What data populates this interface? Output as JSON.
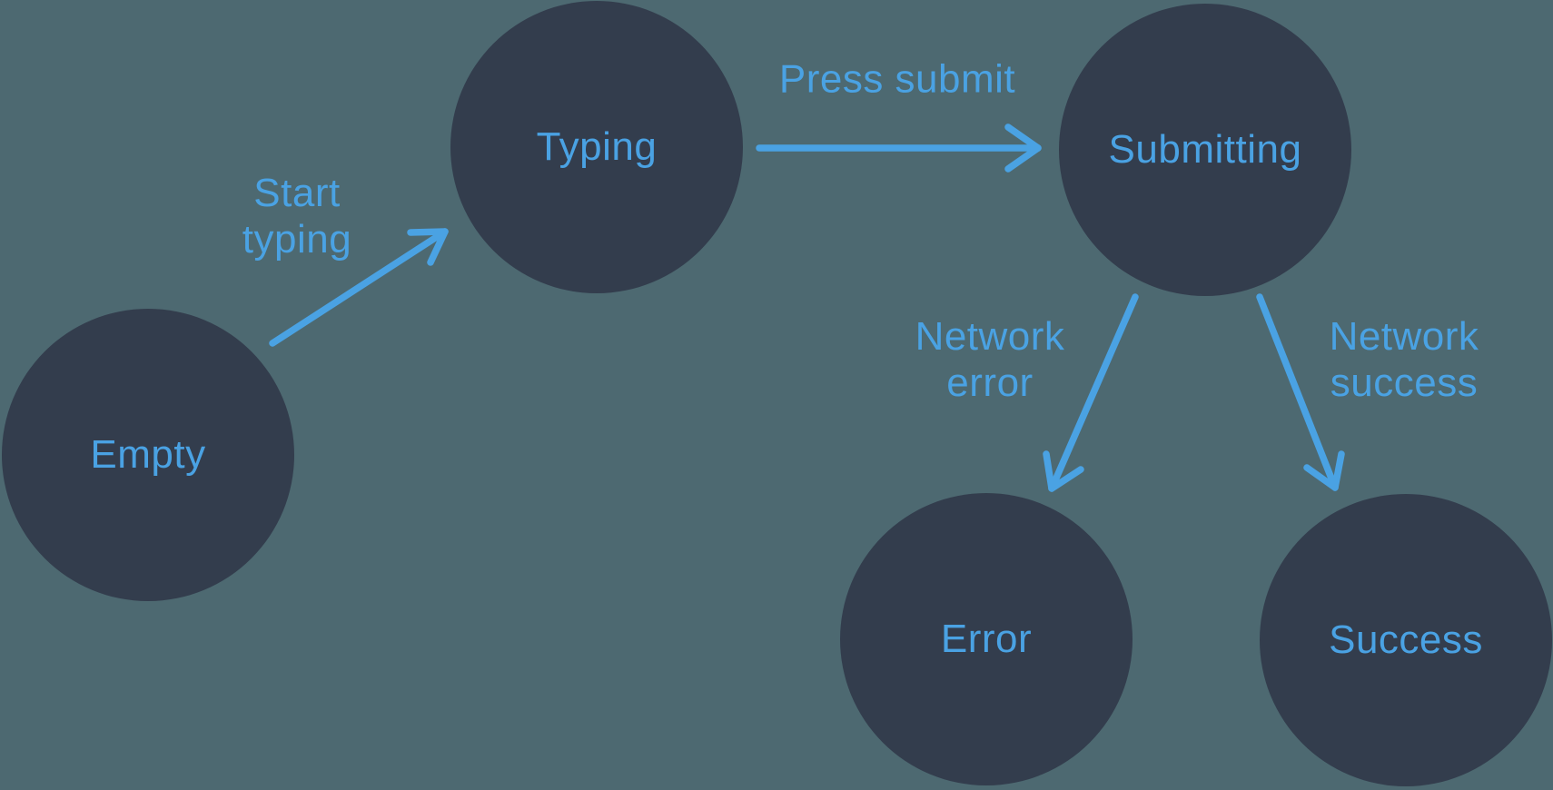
{
  "colors": {
    "background": "#4D6971",
    "node_fill": "#333D4D",
    "accent": "#4AA2E3"
  },
  "nodes": [
    {
      "id": "empty",
      "label": "Empty"
    },
    {
      "id": "typing",
      "label": "Typing"
    },
    {
      "id": "submitting",
      "label": "Submitting"
    },
    {
      "id": "error",
      "label": "Error"
    },
    {
      "id": "success",
      "label": "Success"
    }
  ],
  "edges": [
    {
      "id": "start-typing",
      "from": "empty",
      "to": "typing",
      "label_lines": [
        "Start",
        "typing"
      ]
    },
    {
      "id": "press-submit",
      "from": "typing",
      "to": "submitting",
      "label_lines": [
        "Press submit"
      ]
    },
    {
      "id": "network-error",
      "from": "submitting",
      "to": "error",
      "label_lines": [
        "Network",
        "error"
      ]
    },
    {
      "id": "network-success",
      "from": "submitting",
      "to": "success",
      "label_lines": [
        "Network",
        "success"
      ]
    }
  ]
}
